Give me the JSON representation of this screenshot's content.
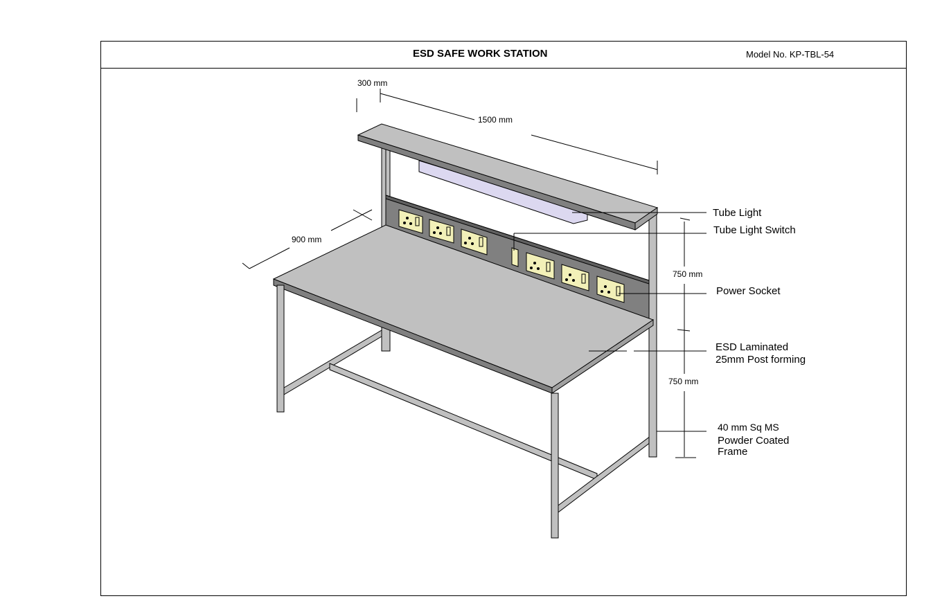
{
  "header": {
    "title": "ESD SAFE WORK STATION",
    "model": "Model No. KP-TBL-54"
  },
  "dimensions": {
    "depth_shelf": "300 mm",
    "length": "1500 mm",
    "depth_table": "900 mm",
    "upper_height": "750 mm",
    "lower_height": "750 mm"
  },
  "callouts": {
    "tube_light": "Tube Light",
    "tube_light_switch": "Tube Light Switch",
    "power_socket": "Power Socket",
    "laminate_line1": "ESD Laminated",
    "laminate_line2": "25mm Post forming",
    "frame_line1": "40 mm Sq MS",
    "frame_line2": "Powder Coated",
    "frame_line3": "Frame"
  },
  "colors": {
    "surface": "#c0c0c0",
    "edge": "#808080",
    "socket": "#f2f0b8",
    "light": "#dcd8f0"
  }
}
